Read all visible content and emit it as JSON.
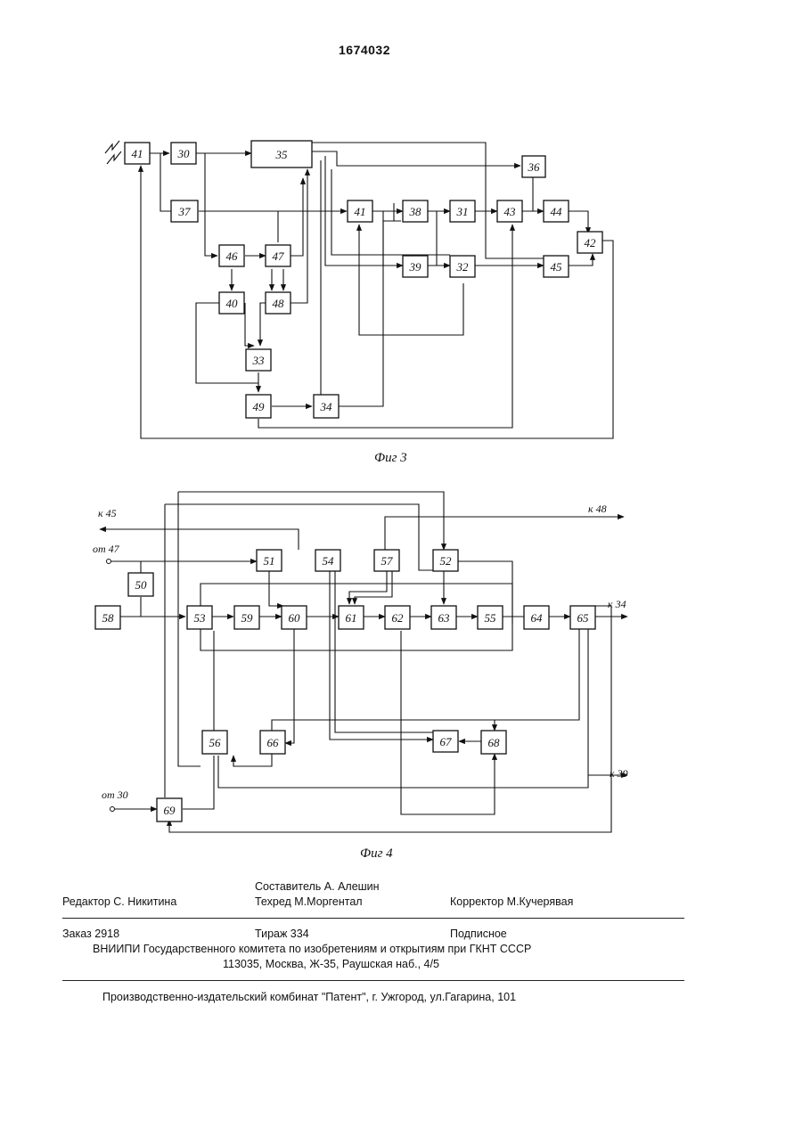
{
  "patent_number": "1674032",
  "fig3": {
    "caption": "Фиг 3",
    "blocks": [
      "41",
      "30",
      "35",
      "36",
      "37",
      "41",
      "38",
      "31",
      "43",
      "44",
      "42",
      "46",
      "47",
      "39",
      "32",
      "45",
      "40",
      "48",
      "33",
      "49",
      "34"
    ]
  },
  "fig4": {
    "caption": "Фиг 4",
    "terminals": {
      "to45": "к 45",
      "to48": "к 48",
      "from47": "от 47",
      "to34": "к 34",
      "to39": "к 39",
      "from30": "от 30"
    },
    "blocks": [
      "50",
      "51",
      "54",
      "57",
      "52",
      "58",
      "53",
      "59",
      "60",
      "61",
      "62",
      "63",
      "55",
      "64",
      "65",
      "56",
      "66",
      "67",
      "68",
      "69"
    ]
  },
  "imprint": {
    "compiler": "Составитель  А. Алешин",
    "editor": "Редактор   С. Никитина",
    "techred": "Техред М.Моргентал",
    "corrector": "Корректор   М.Кучерявая",
    "order": "Заказ  2918",
    "circulation": "Тираж  334",
    "subscription": "Подписное",
    "org": "ВНИИПИ Государственного комитета по изобретениям и открытиям при ГКНТ СССР",
    "address": "113035, Москва, Ж-35, Раушская наб., 4/5",
    "plant": "Производственно-издательский комбинат \"Патент\", г. Ужгород, ул.Гагарина, 101"
  }
}
